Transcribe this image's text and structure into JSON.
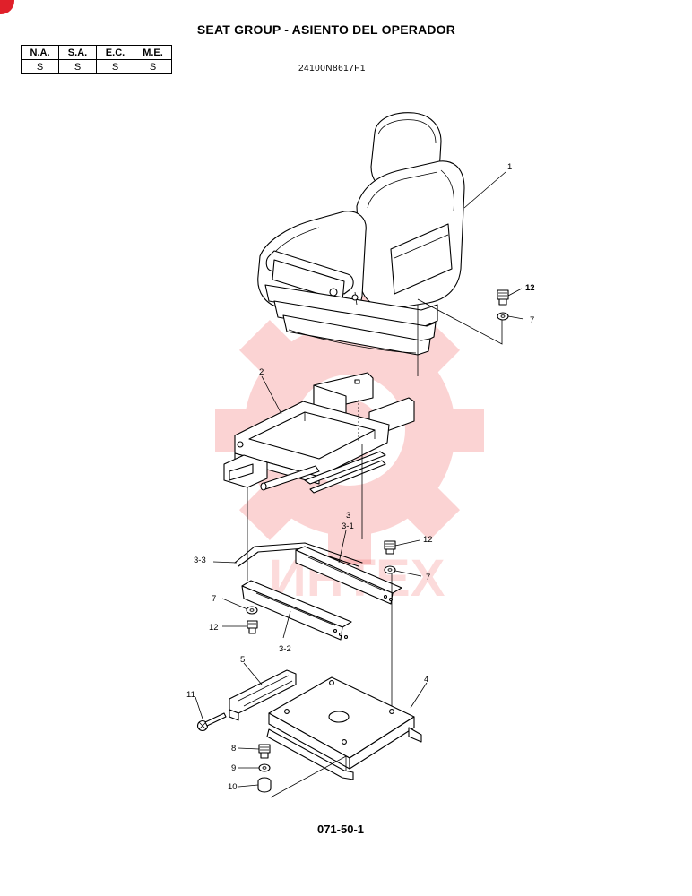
{
  "header": {
    "title": "SEAT GROUP - ASIENTO DEL OPERADOR",
    "drawing_number": "24100N8617F1"
  },
  "codes_table": {
    "headers": [
      "N.A.",
      "S.A.",
      "E.C.",
      "M.E."
    ],
    "values": [
      "S",
      "S",
      "S",
      "S"
    ]
  },
  "watermark": {
    "text": "ИНТЕХ",
    "color": "#f03c3c"
  },
  "callouts": {
    "c1": "1",
    "c12a": "12",
    "c7a": "7",
    "c2": "2",
    "c3": "3",
    "c3_1": "3-1",
    "c3_3": "3-3",
    "c12b": "12",
    "c7b": "7",
    "c7c": "7",
    "c12c": "12",
    "c3_2": "3-2",
    "c5": "5",
    "c4": "4",
    "c11": "11",
    "c8": "8",
    "c9": "9",
    "c10": "10"
  },
  "footer": {
    "page_number": "071-50-1"
  }
}
